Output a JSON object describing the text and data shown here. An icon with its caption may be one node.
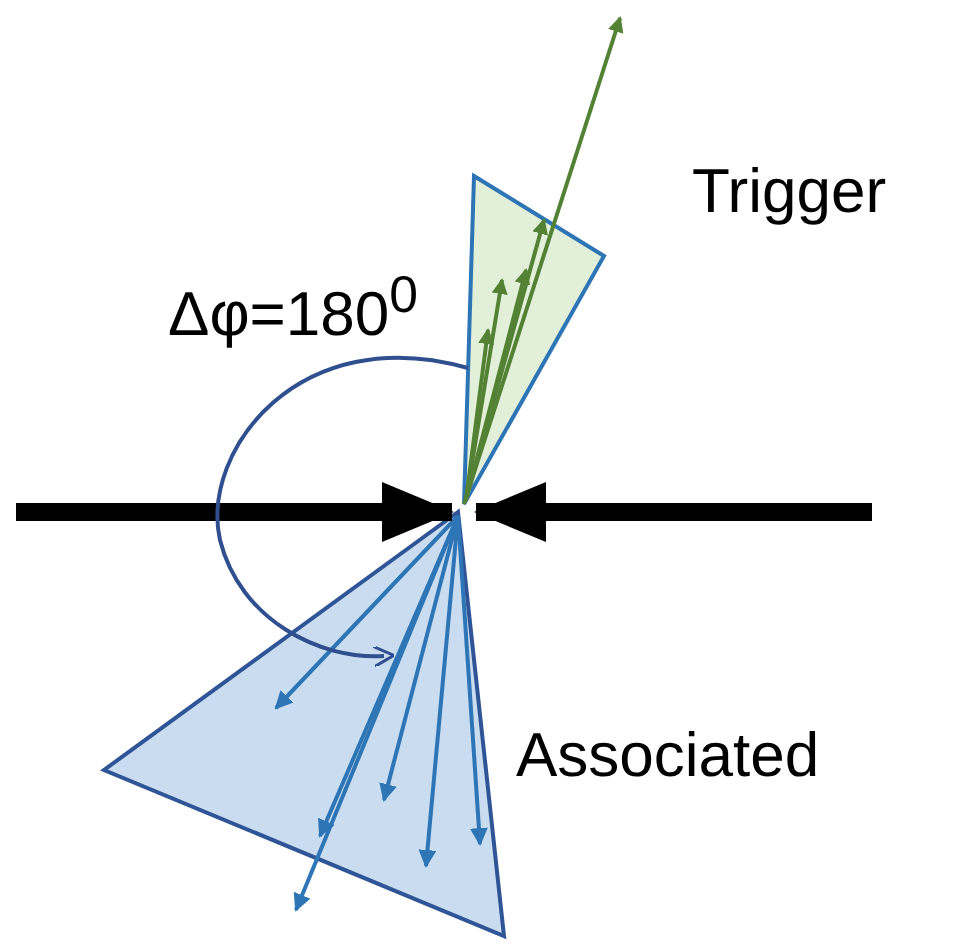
{
  "diagram": {
    "labels": [
      "Δφ=180$^{0}$",
      "Trigger",
      "Associated"
    ]
  }
}
